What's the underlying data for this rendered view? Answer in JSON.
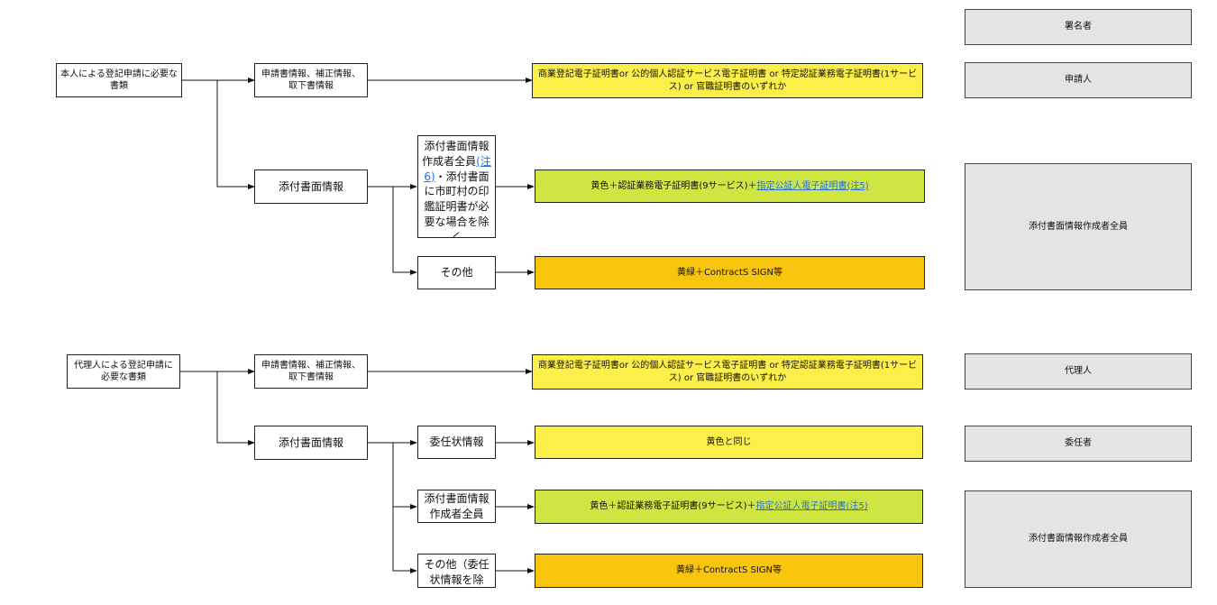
{
  "signers": {
    "header": "署名者",
    "applicant": "申請人",
    "attachment_creators_1": "添付書面情報作成者全員",
    "agent": "代理人",
    "principal": "委任者",
    "attachment_creators_2": "添付書面情報作成者全員"
  },
  "section1": {
    "root": "本人による登記申請に必要な書類",
    "application_info": "申請書情報、補正情報、取下書情報",
    "attachment_info": "添付書面情報",
    "creators_note": {
      "line1": "添付書面情報作成者全員",
      "link": "(注6)",
      "line2": "・添付書面に市町村の印鑑証明書が必要",
      "line3": "な場合を除く"
    },
    "other": "その他",
    "cert_yellow": "商業登記電子証明書or 公的個人認証サービス電子証明書 or 特定認証業務電子証明書(1サービス) or 官職証明書のいずれか",
    "cert_green_text": "黄色＋認証業務電子証明書(9サービス)＋",
    "cert_green_link": "指定公証人電子証明書(注5)",
    "cert_orange": "黄緑＋ContractS SIGN等"
  },
  "section2": {
    "root": "代理人による登記申請に必要な書類",
    "application_info": "申請書情報、補正情報、取下書情報",
    "attachment_info": "添付書面情報",
    "power_of_attorney": "委任状情報",
    "creators": "添付書面情報作成者全員",
    "other": "その他（委任状情報を除く）",
    "cert_yellow": "商業登記電子証明書or 公的個人認証サービス電子証明書 or 特定認証業務電子証明書(1サービス) or 官職証明書のいずれか",
    "cert_same": "黄色と同じ",
    "cert_green_text": "黄色＋認証業務電子証明書(9サービス)＋",
    "cert_green_link": "指定公証人電子証明書(注5)",
    "cert_orange": "黄緑＋ContractS SIGN等"
  },
  "colors": {
    "yellow": "#fdef49",
    "green": "#cfe542",
    "orange": "#f7c50e",
    "gray": "#e4e4e4",
    "link": "#2a6fd8"
  }
}
